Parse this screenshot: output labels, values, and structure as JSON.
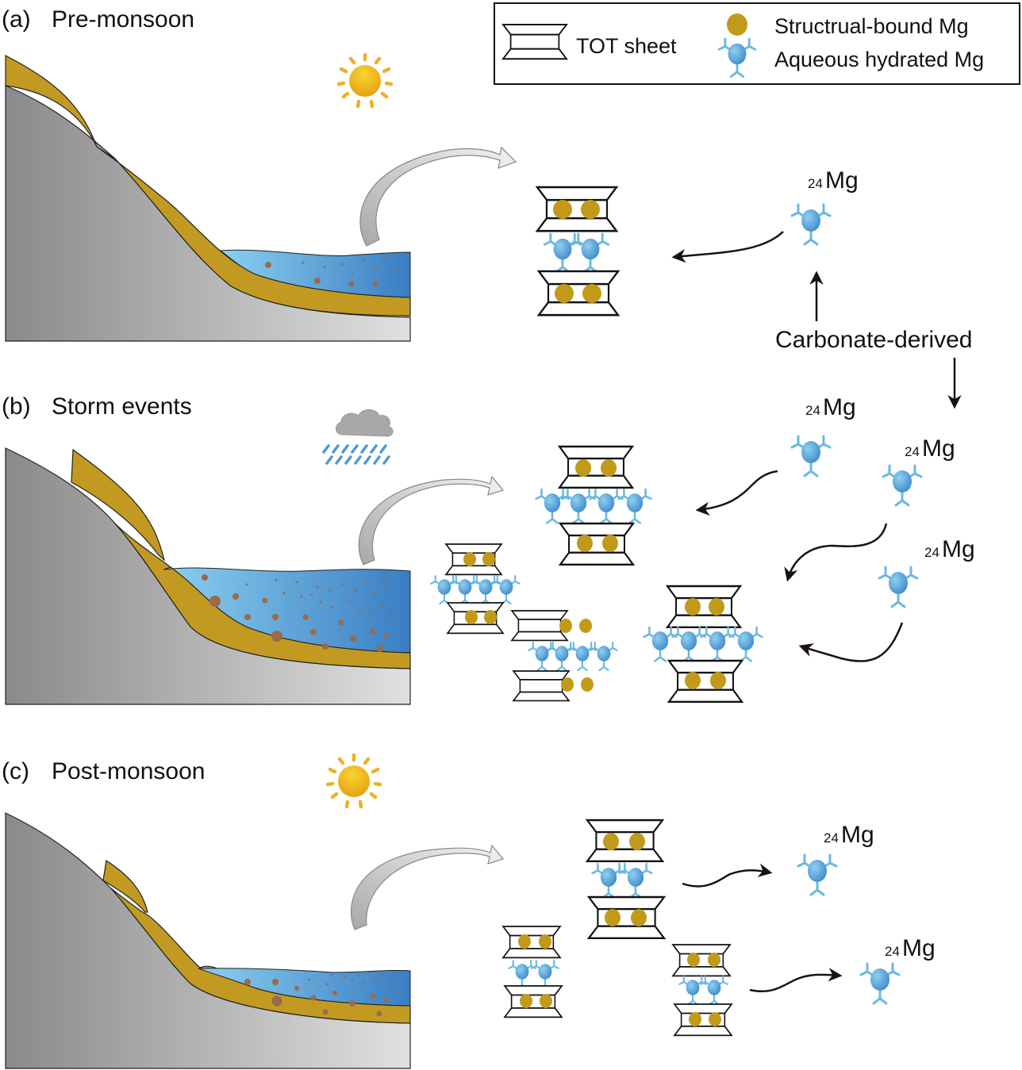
{
  "legend": {
    "tot_sheet": "TOT sheet",
    "structural_mg": "Structrual-bound Mg",
    "aqueous_mg": "Aqueous hydrated Mg"
  },
  "panels": [
    {
      "id": "a",
      "label": "(a)",
      "title": "Pre-monsoon",
      "weather_icon": "sun-icon"
    },
    {
      "id": "b",
      "label": "(b)",
      "title": "Storm events",
      "weather_icon": "rain-cloud-icon"
    },
    {
      "id": "c",
      "label": "(c)",
      "title": "Post-monsoon",
      "weather_icon": "sun-icon"
    }
  ],
  "isotope": {
    "mass": "24",
    "element": "Mg"
  },
  "source_label": "Carbonate-derived",
  "colors": {
    "soil": "#c29a22",
    "mg_structural": "#c29a1a",
    "mg_aqueous": "#5aaee0",
    "aqueous_ligand": "#6bb8e0",
    "water_light": "#86c9ec",
    "water_dark": "#3b80c4",
    "rock_dark": "#8c8c8c",
    "rock_light": "#dedede",
    "sediment": "#9a6a4a"
  }
}
